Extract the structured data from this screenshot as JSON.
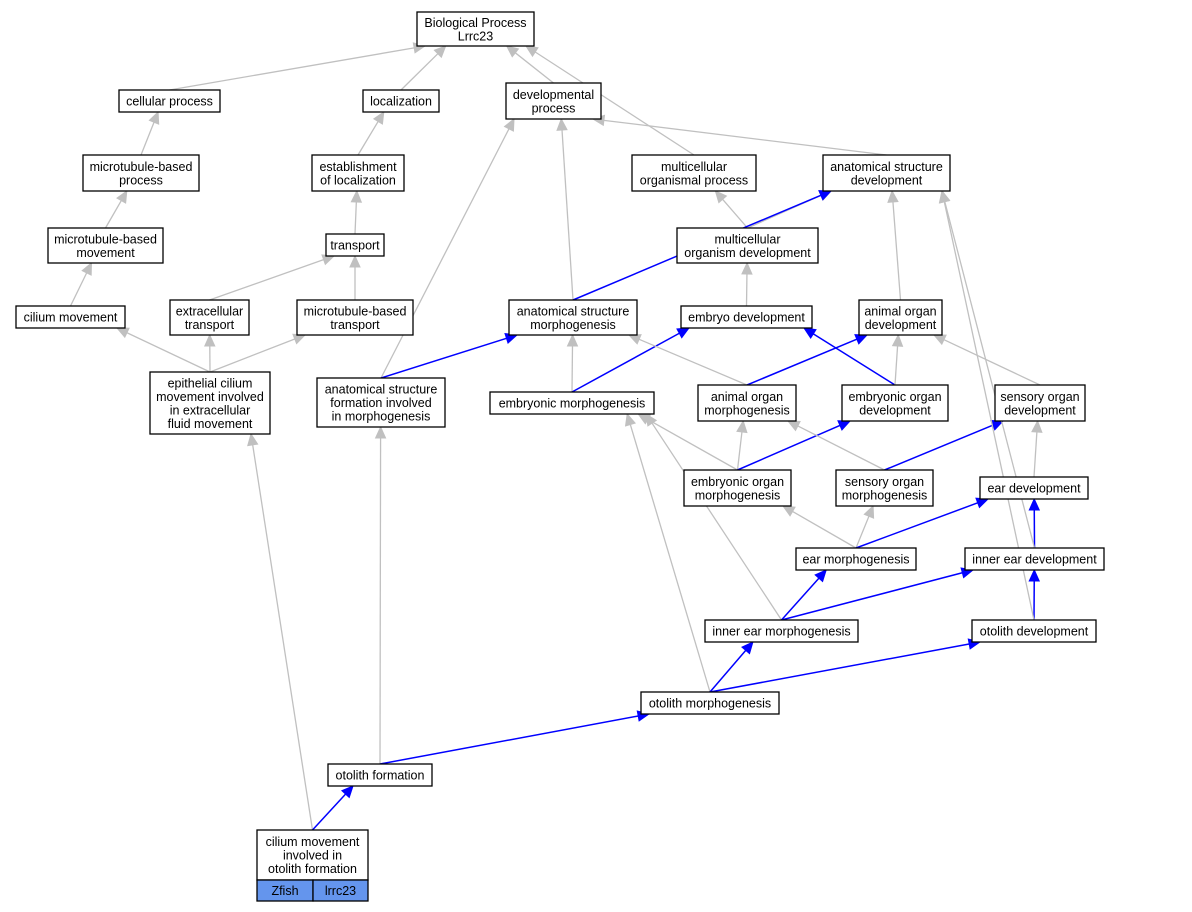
{
  "colors": {
    "is_a_edge": "#c0c0c0",
    "part_of_edge": "#0000ff",
    "legend_fill": "#6495ed"
  },
  "nodes": {
    "bp": [
      "Biological Process",
      "Lrrc23"
    ],
    "cellular_process": [
      "cellular process"
    ],
    "localization": [
      "localization"
    ],
    "developmental_process": [
      "developmental",
      "process"
    ],
    "mt_process": [
      "microtubule-based",
      "process"
    ],
    "establishment_localization": [
      "establishment",
      "of localization"
    ],
    "multicellular_process": [
      "multicellular",
      "organismal process"
    ],
    "as_development": [
      "anatomical structure",
      "development"
    ],
    "mt_movement": [
      "microtubule-based",
      "movement"
    ],
    "transport": [
      "transport"
    ],
    "mo_development": [
      "multicellular",
      "organism development"
    ],
    "cilium_movement": [
      "cilium movement"
    ],
    "extracellular_transport": [
      "extracellular",
      "transport"
    ],
    "mt_transport": [
      "microtubule-based",
      "transport"
    ],
    "as_morphogenesis": [
      "anatomical structure",
      "morphogenesis"
    ],
    "embryo_development": [
      "embryo development"
    ],
    "animal_organ_development": [
      "animal organ",
      "development"
    ],
    "epithelial_cilium": [
      "epithelial cilium",
      "movement involved",
      "in extracellular",
      "fluid movement"
    ],
    "as_formation": [
      "anatomical structure",
      "formation involved",
      "in morphogenesis"
    ],
    "embryonic_morphogenesis": [
      "embryonic morphogenesis"
    ],
    "animal_organ_morphogenesis": [
      "animal organ",
      "morphogenesis"
    ],
    "embryonic_organ_development": [
      "embryonic organ",
      "development"
    ],
    "sensory_organ_development": [
      "sensory organ",
      "development"
    ],
    "embryonic_organ_morphogenesis": [
      "embryonic organ",
      "morphogenesis"
    ],
    "sensory_organ_morphogenesis": [
      "sensory organ",
      "morphogenesis"
    ],
    "ear_development": [
      "ear development"
    ],
    "ear_morphogenesis": [
      "ear morphogenesis"
    ],
    "inner_ear_development": [
      "inner ear development"
    ],
    "inner_ear_morphogenesis": [
      "inner ear morphogenesis"
    ],
    "otolith_development": [
      "otolith development"
    ],
    "otolith_morphogenesis": [
      "otolith morphogenesis"
    ],
    "otolith_formation": [
      "otolith formation"
    ],
    "cilium_otolith": [
      "cilium movement",
      "involved in",
      "otolith formation"
    ]
  },
  "legend": {
    "species": "Zfish",
    "gene": "lrrc23"
  },
  "edges": [
    {
      "from": "cellular_process",
      "to": "bp",
      "type": "is_a"
    },
    {
      "from": "localization",
      "to": "bp",
      "type": "is_a"
    },
    {
      "from": "developmental_process",
      "to": "bp",
      "type": "is_a"
    },
    {
      "from": "multicellular_process",
      "to": "bp",
      "type": "is_a"
    },
    {
      "from": "mt_process",
      "to": "cellular_process",
      "type": "is_a"
    },
    {
      "from": "establishment_localization",
      "to": "localization",
      "type": "is_a"
    },
    {
      "from": "as_development",
      "to": "developmental_process",
      "type": "is_a"
    },
    {
      "from": "mt_movement",
      "to": "mt_process",
      "type": "is_a"
    },
    {
      "from": "transport",
      "to": "establishment_localization",
      "type": "is_a"
    },
    {
      "from": "mo_development",
      "to": "multicellular_process",
      "type": "is_a"
    },
    {
      "from": "mo_development",
      "to": "as_development",
      "type": "is_a"
    },
    {
      "from": "cilium_movement",
      "to": "mt_movement",
      "type": "is_a"
    },
    {
      "from": "extracellular_transport",
      "to": "transport",
      "type": "is_a"
    },
    {
      "from": "mt_transport",
      "to": "transport",
      "type": "is_a"
    },
    {
      "from": "as_morphogenesis",
      "to": "developmental_process",
      "type": "is_a"
    },
    {
      "from": "as_morphogenesis",
      "to": "as_development",
      "type": "part_of"
    },
    {
      "from": "embryo_development",
      "to": "mo_development",
      "type": "is_a"
    },
    {
      "from": "animal_organ_development",
      "to": "as_development",
      "type": "is_a"
    },
    {
      "from": "epithelial_cilium",
      "to": "cilium_movement",
      "type": "is_a"
    },
    {
      "from": "epithelial_cilium",
      "to": "extracellular_transport",
      "type": "is_a"
    },
    {
      "from": "epithelial_cilium",
      "to": "mt_transport",
      "type": "is_a"
    },
    {
      "from": "as_formation",
      "to": "developmental_process",
      "type": "is_a"
    },
    {
      "from": "as_formation",
      "to": "as_morphogenesis",
      "type": "part_of"
    },
    {
      "from": "embryonic_morphogenesis",
      "to": "as_morphogenesis",
      "type": "is_a"
    },
    {
      "from": "embryonic_morphogenesis",
      "to": "embryo_development",
      "type": "part_of"
    },
    {
      "from": "animal_organ_morphogenesis",
      "to": "as_morphogenesis",
      "type": "is_a"
    },
    {
      "from": "animal_organ_morphogenesis",
      "to": "animal_organ_development",
      "type": "part_of"
    },
    {
      "from": "embryonic_organ_development",
      "to": "embryo_development",
      "type": "part_of"
    },
    {
      "from": "embryonic_organ_development",
      "to": "animal_organ_development",
      "type": "is_a"
    },
    {
      "from": "sensory_organ_development",
      "to": "animal_organ_development",
      "type": "is_a"
    },
    {
      "from": "embryonic_organ_morphogenesis",
      "to": "embryonic_morphogenesis",
      "type": "is_a"
    },
    {
      "from": "embryonic_organ_morphogenesis",
      "to": "animal_organ_morphogenesis",
      "type": "is_a"
    },
    {
      "from": "embryonic_organ_morphogenesis",
      "to": "embryonic_organ_development",
      "type": "part_of"
    },
    {
      "from": "sensory_organ_morphogenesis",
      "to": "animal_organ_morphogenesis",
      "type": "is_a"
    },
    {
      "from": "sensory_organ_morphogenesis",
      "to": "sensory_organ_development",
      "type": "part_of"
    },
    {
      "from": "ear_development",
      "to": "sensory_organ_development",
      "type": "is_a"
    },
    {
      "from": "ear_morphogenesis",
      "to": "embryonic_organ_morphogenesis",
      "type": "is_a"
    },
    {
      "from": "ear_morphogenesis",
      "to": "sensory_organ_morphogenesis",
      "type": "is_a"
    },
    {
      "from": "ear_morphogenesis",
      "to": "ear_development",
      "type": "part_of"
    },
    {
      "from": "inner_ear_development",
      "to": "ear_development",
      "type": "part_of"
    },
    {
      "from": "inner_ear_development",
      "to": "as_development",
      "type": "is_a"
    },
    {
      "from": "inner_ear_morphogenesis",
      "to": "embryonic_morphogenesis",
      "type": "is_a"
    },
    {
      "from": "inner_ear_morphogenesis",
      "to": "ear_morphogenesis",
      "type": "part_of"
    },
    {
      "from": "inner_ear_morphogenesis",
      "to": "inner_ear_development",
      "type": "part_of"
    },
    {
      "from": "otolith_development",
      "to": "inner_ear_development",
      "type": "part_of"
    },
    {
      "from": "otolith_development",
      "to": "as_development",
      "type": "is_a"
    },
    {
      "from": "otolith_morphogenesis",
      "to": "embryonic_morphogenesis",
      "type": "is_a"
    },
    {
      "from": "otolith_morphogenesis",
      "to": "inner_ear_morphogenesis",
      "type": "part_of"
    },
    {
      "from": "otolith_morphogenesis",
      "to": "otolith_development",
      "type": "part_of"
    },
    {
      "from": "otolith_formation",
      "to": "as_formation",
      "type": "is_a"
    },
    {
      "from": "otolith_formation",
      "to": "otolith_morphogenesis",
      "type": "part_of"
    },
    {
      "from": "cilium_otolith",
      "to": "epithelial_cilium",
      "type": "is_a"
    },
    {
      "from": "cilium_otolith",
      "to": "otolith_formation",
      "type": "part_of"
    }
  ]
}
